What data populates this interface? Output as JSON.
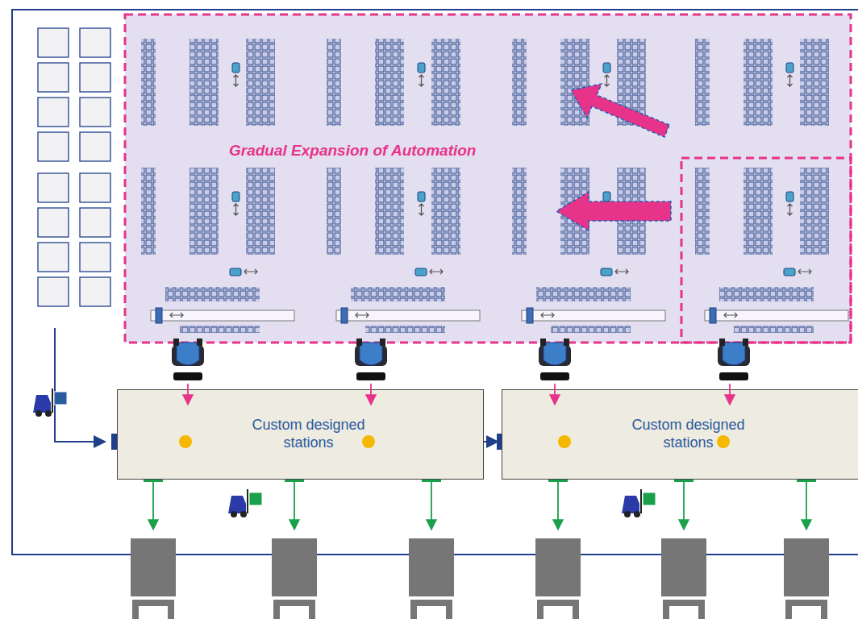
{
  "diagram": {
    "nodes": [
      {
        "text": [
          "Custom designed stations"
        ]
      },
      {
        "text": [
          "Custom designed stations"
        ]
      }
    ],
    "edges": [
      {
        "from": 0,
        "to": 1,
        "arrow": "to"
      }
    ],
    "labels": [
      "Gradual Expansion of Automation"
    ]
  }
}
